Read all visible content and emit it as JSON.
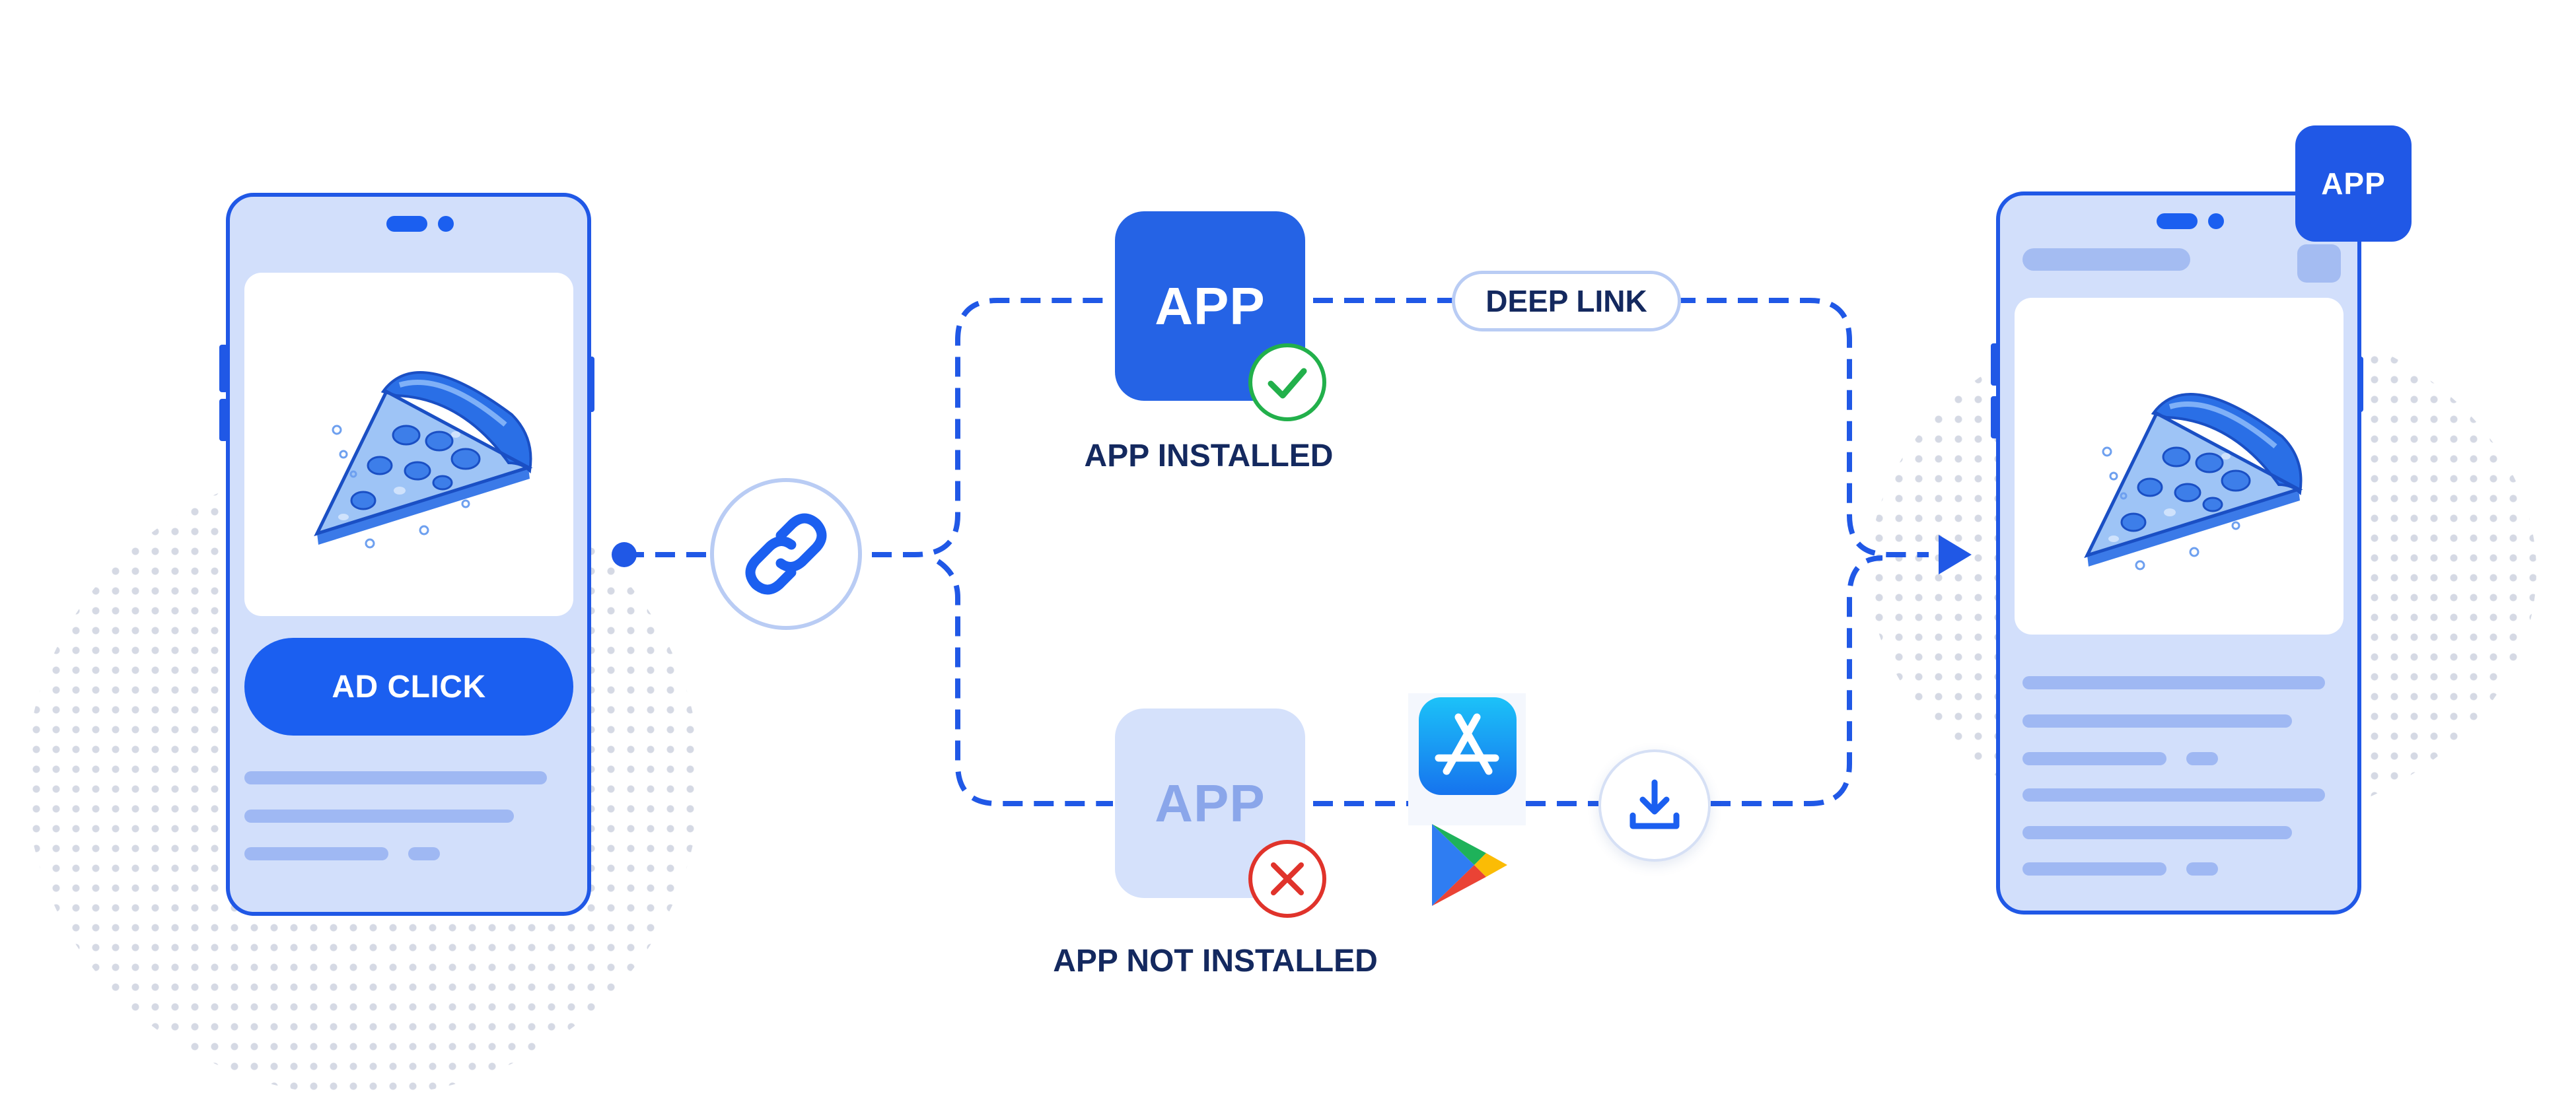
{
  "left_phone": {
    "button_label": "AD CLICK",
    "image_icon": "pizza-slice-icon"
  },
  "center_link_icon": "chain-link-icon",
  "top_branch": {
    "app_tile_label": "APP",
    "status_icon": "check-icon",
    "caption": "APP INSTALLED",
    "connector_label": "DEEP LINK"
  },
  "bottom_branch": {
    "app_tile_label": "APP",
    "status_icon": "close-icon",
    "caption": "APP NOT INSTALLED",
    "store_icons": [
      "app-store-icon",
      "google-play-icon"
    ],
    "download_icon": "download-icon"
  },
  "right_phone": {
    "badge_label": "APP",
    "image_icon": "pizza-slice-icon"
  },
  "colors": {
    "primary": "#1b5ff0",
    "phone_fill": "#d2dffb",
    "dashed_line": "#2058e6",
    "success": "#22b04b",
    "error": "#e0332b",
    "text_dark": "#14295f",
    "muted_tile": "#d5e1fb",
    "muted_text": "#8aa6ea"
  }
}
